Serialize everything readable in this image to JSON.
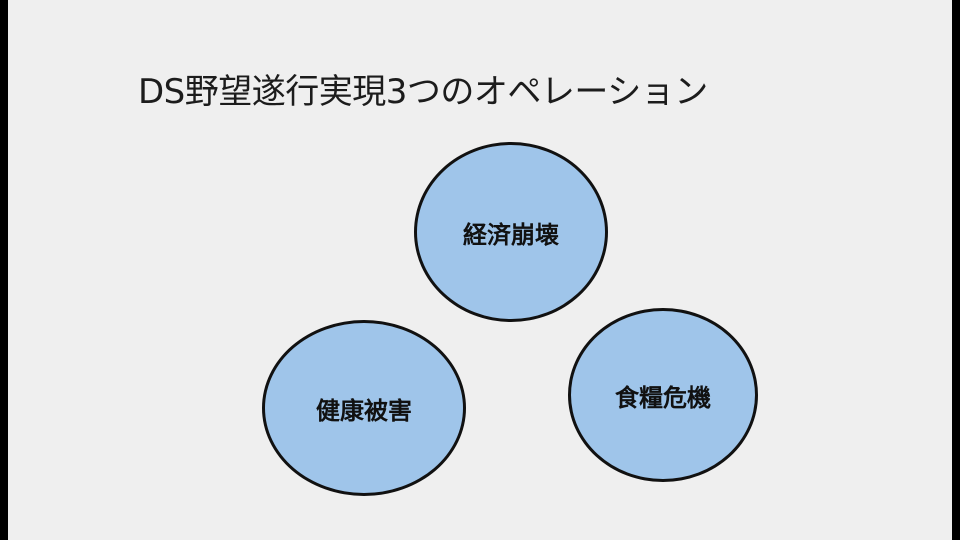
{
  "title": "DS野望遂行実現3つのオペレーション",
  "nodes": [
    {
      "label": "経済崩壊"
    },
    {
      "label": "健康被害"
    },
    {
      "label": "食糧危機"
    }
  ],
  "colors": {
    "node_fill": "#9fc5ea",
    "node_border": "#111111",
    "background": "#efefef"
  }
}
